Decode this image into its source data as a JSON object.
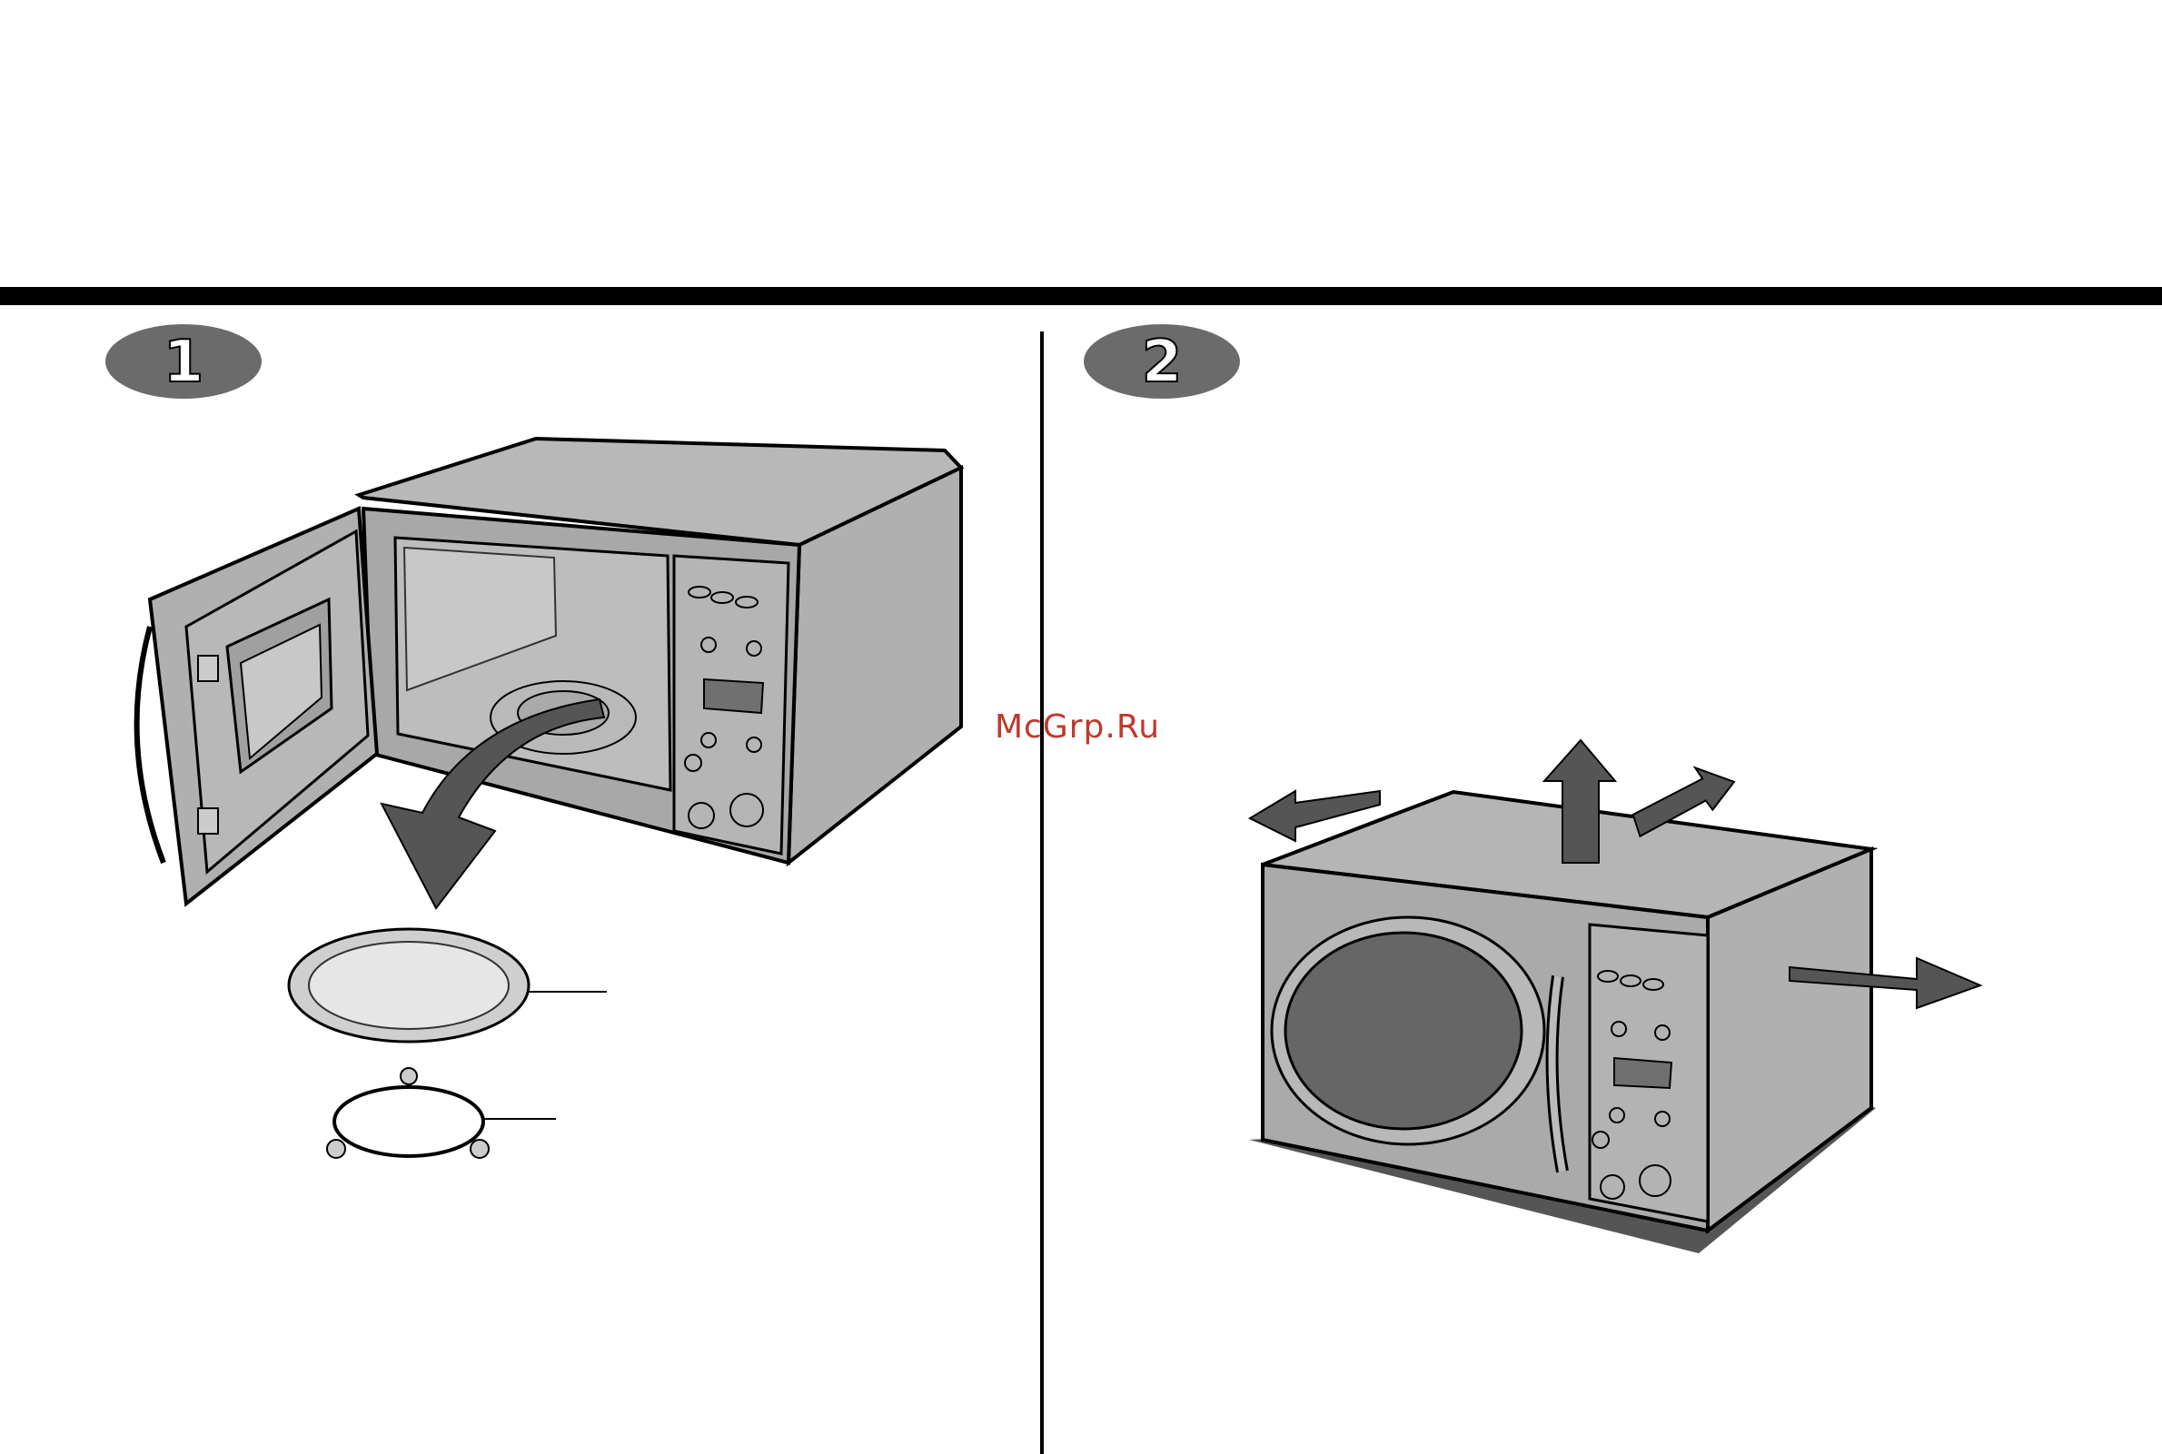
{
  "steps": [
    {
      "number": "1"
    },
    {
      "number": "2"
    }
  ],
  "watermark": "McGrp.Ru",
  "colors": {
    "rule": "#000000",
    "badge_fill": "#6b6b6b",
    "oven_body": "#b3b3b3",
    "arrow": "#555555",
    "window": "#666666",
    "watermark": "#c0392b"
  }
}
